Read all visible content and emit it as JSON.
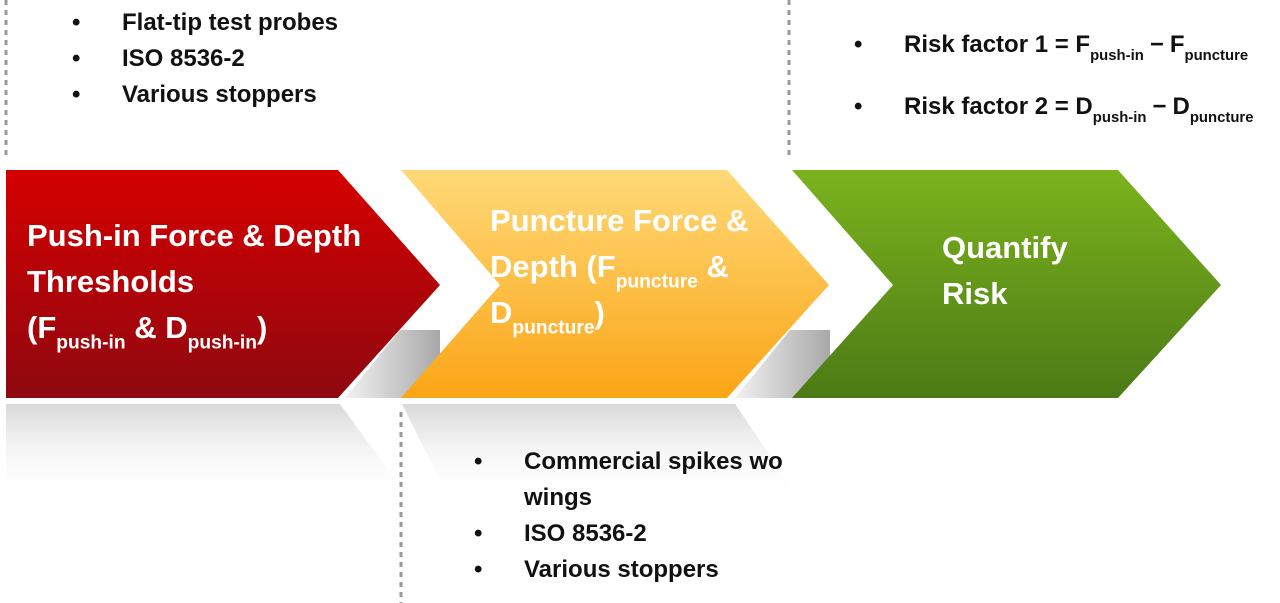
{
  "top_left_list": [
    "Flat-tip test probes",
    "ISO 8536-2",
    "Various stoppers"
  ],
  "bottom_list": [
    "Commercial spikes wo wings",
    "ISO 8536-2",
    "Various stoppers"
  ],
  "risk": {
    "f1": {
      "label": "Risk factor 1 = ",
      "a": "F",
      "a_sub": "push-in",
      "op": "−",
      "b": "F",
      "b_sub": "puncture"
    },
    "f2": {
      "label": "Risk factor 2 = ",
      "a": "D",
      "a_sub": "push-in",
      "op": "−",
      "b": "D",
      "b_sub": "puncture"
    }
  },
  "stage1": {
    "line1": "Push-in Force & Depth",
    "line2": "Thresholds",
    "open": "(F",
    "sub1": "push-in",
    "amp": " & D",
    "sub2": "push-in",
    "close": ")"
  },
  "stage2": {
    "line1": "Puncture Force &",
    "line2a": "Depth (F",
    "sub1": "puncture",
    "amp": " &",
    "d": "D",
    "sub2": "puncture",
    "close": ")"
  },
  "stage3": {
    "line1": "Quantify",
    "line2": "Risk"
  },
  "colors": {
    "stage1_top": "#d40000",
    "stage1_bottom": "#8f0810",
    "stage2_top": "#ffd978",
    "stage2_bottom": "#fba516",
    "stage3_top": "#7bb31d",
    "stage3_bottom": "#4c7a16"
  }
}
